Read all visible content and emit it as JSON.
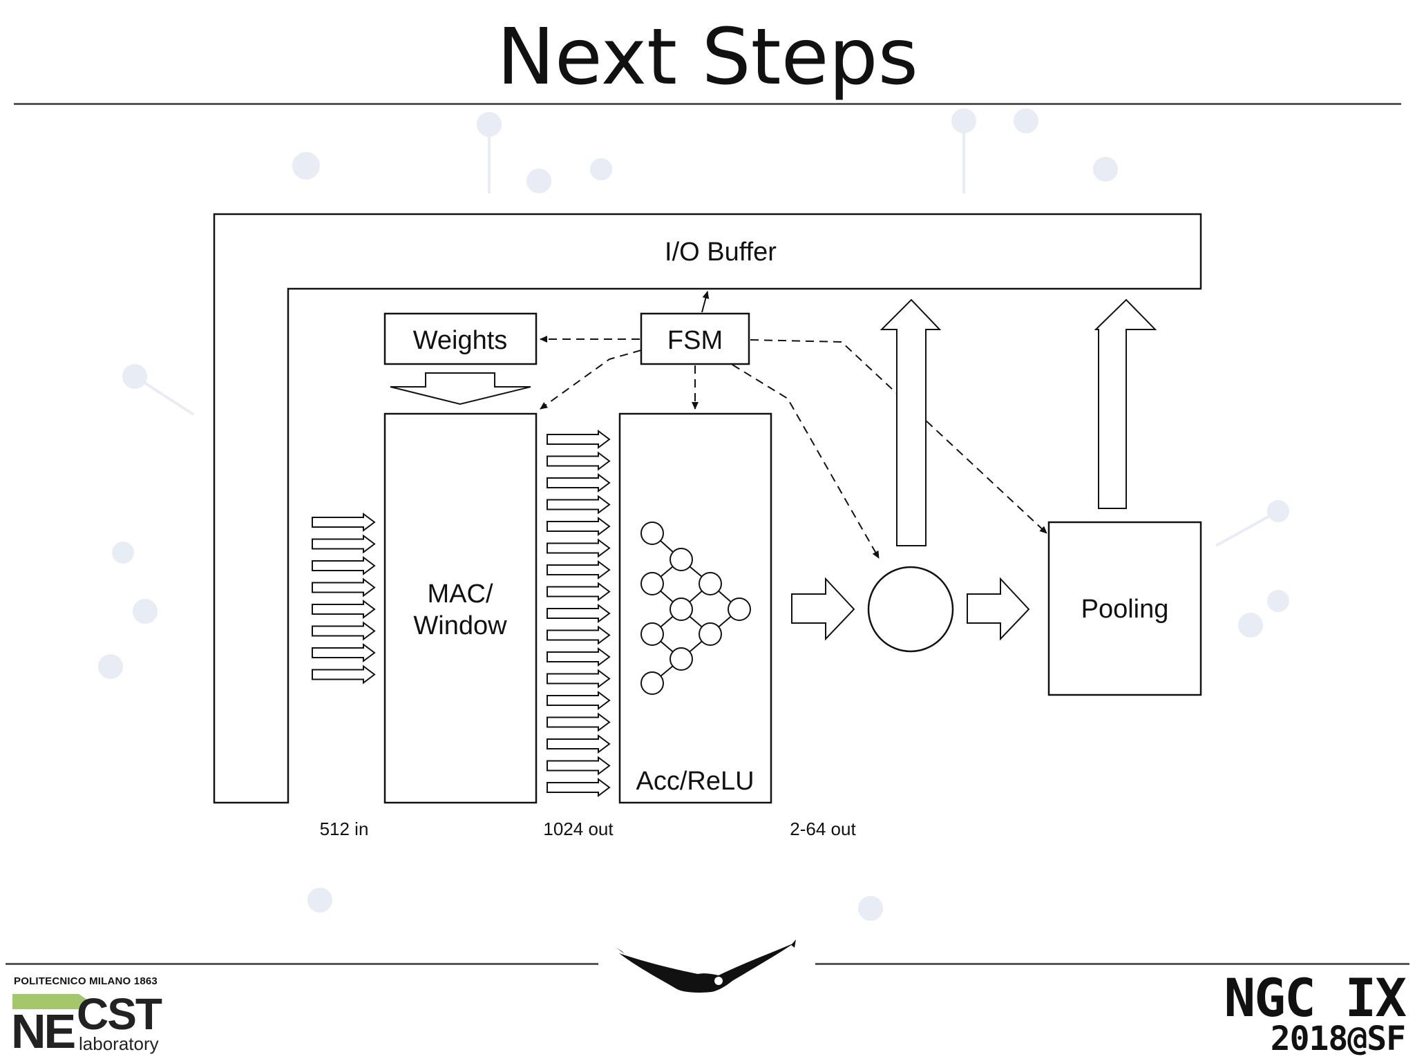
{
  "slide": {
    "title": "Next Steps"
  },
  "diagram": {
    "io_buffer": "I/O Buffer",
    "weights": "Weights",
    "fsm": "FSM",
    "mac_window_line1": "MAC/",
    "mac_window_line2": "Window",
    "acc_relu": "Acc/ReLU",
    "pooling": "Pooling",
    "label_in": "512 in",
    "label_out1": "1024 out",
    "label_out2": "2-64 out"
  },
  "footer": {
    "necst_header": "POLITECNICO MILANO 1863",
    "necst_ne": "NE",
    "necst_cst": "CST",
    "necst_lab": "laboratory",
    "ngc_main": "NGC IX",
    "ngc_sub": "2018@SF"
  },
  "colors": {
    "stroke": "#111111",
    "rule": "#555555",
    "necst_green": "#a3c76a",
    "watermark": "#e8ecf4"
  }
}
